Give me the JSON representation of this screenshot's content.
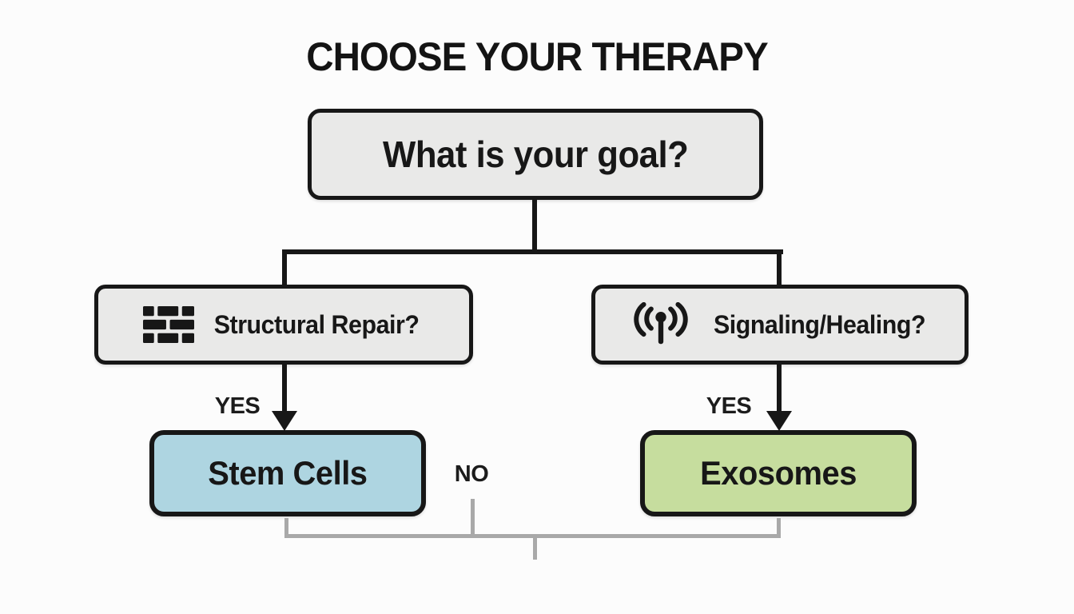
{
  "title": "CHOOSE YOUR THERAPY",
  "root": {
    "label": "What is your goal?"
  },
  "branches": {
    "left": {
      "icon": "brick-wall-icon",
      "label": "Structural Repair?",
      "answer": "YES",
      "result": "Stem Cells",
      "result_color": "#aed5e1"
    },
    "right": {
      "icon": "broadcast-icon",
      "label": "Signaling/Healing?",
      "answer": "YES",
      "result": "Exosomes",
      "result_color": "#c6dd9e"
    }
  },
  "no_label": "NO",
  "colors": {
    "background": "#fcfcfc",
    "question_box_fill": "#e9e9e8",
    "box_border": "#171717",
    "stem_cells_fill": "#aed5e1",
    "exosomes_fill": "#c6dd9e",
    "connector_black": "#171717",
    "connector_gray": "#a9a9a9",
    "text": "#171717"
  }
}
